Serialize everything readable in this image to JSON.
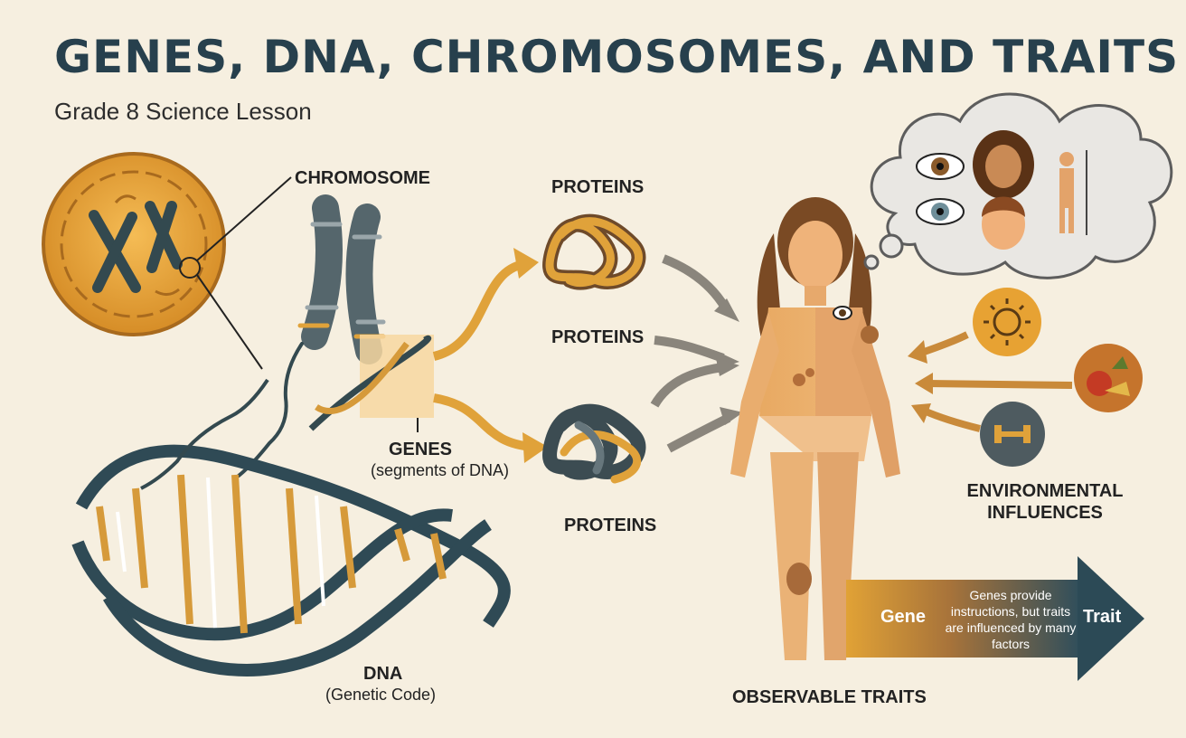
{
  "header": {
    "title": "GENES, DNA, CHROMOSOMES, AND TRAITS",
    "subtitle": "Grade 8 Science Lesson"
  },
  "labels": {
    "chromosome": "CHROMOSOME",
    "proteins_top": "PROTEINS",
    "proteins_middle": "PROTEINS",
    "proteins_bottom": "PROTEINS",
    "genes": "GENES",
    "genes_note": "(segments of DNA)",
    "dna": "DNA",
    "dna_note": "(Genetic Code)",
    "observable_traits": "OBSERVABLE TRAITS",
    "environmental_line1": "ENVIRONMENTAL",
    "environmental_line2": "INFLUENCES"
  },
  "gene_trait_arrow": {
    "start": "Gene",
    "end": "Trait",
    "note": "Genes provide instructions, but traits are influenced by many factors"
  },
  "colors": {
    "background": "#f6efe0",
    "title": "#27404d",
    "accent_orange": "#e0a23a",
    "chromosome_grey": "#5b6a70",
    "dna_dark": "#2f4a55"
  },
  "icons": [
    "cell-icon",
    "chromosome-icon",
    "dna-helix-icon",
    "protein-icon",
    "human-figure-icon",
    "eye-icon",
    "hair-icon",
    "face-icon",
    "body-height-icon",
    "sun-icon",
    "food-icon",
    "dumbbell-icon"
  ]
}
